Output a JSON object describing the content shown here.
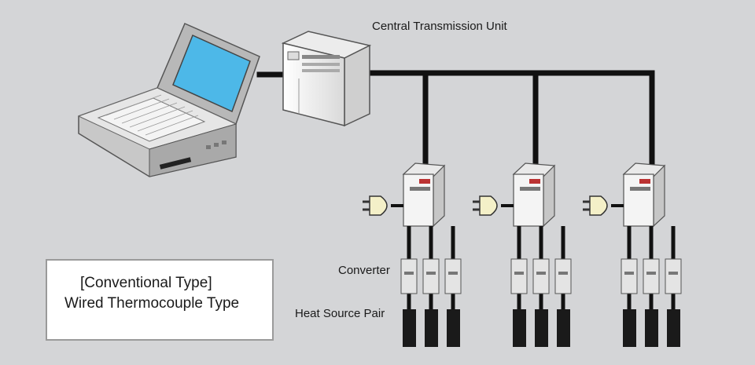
{
  "labels": {
    "central_unit": "Central Transmission Unit",
    "converter": "Converter",
    "heat_source_pair": "Heat Source Pair"
  },
  "legend": {
    "line1": "[Conventional Type]",
    "line2": "Wired Thermocouple Type"
  },
  "colors": {
    "background": "#d4d5d7",
    "cable": "#111111",
    "screen": "#4db8e8",
    "device_body": "#f4f4f4"
  },
  "icons": {
    "computer": "laptop-icon",
    "server": "tower-server-icon",
    "unit": "transmitter-unit-icon",
    "plug": "power-plug-icon",
    "converter": "converter-module-icon",
    "sensor": "heat-source-probe-icon"
  },
  "branch_count": 3,
  "converters_per_branch": 3
}
